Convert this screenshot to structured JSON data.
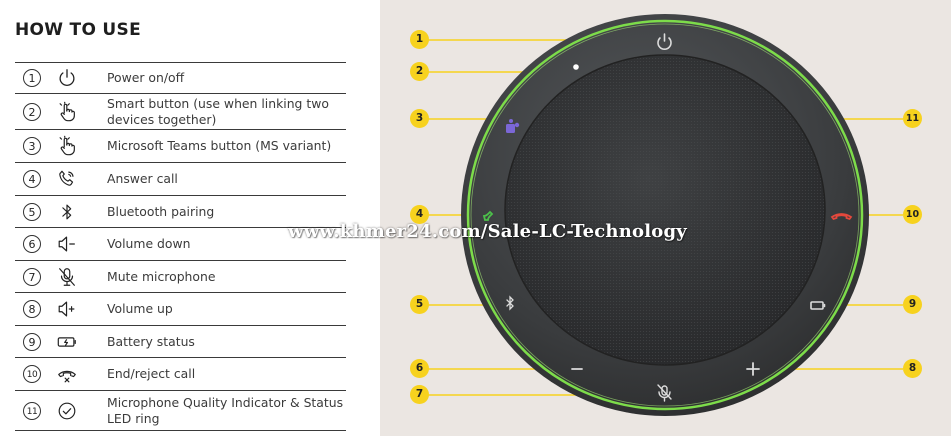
{
  "title": "HOW TO USE",
  "legend": [
    {
      "num": "1",
      "icon": "power-icon",
      "label": "Power on/off"
    },
    {
      "num": "2",
      "icon": "hand-press-icon",
      "label": "Smart button (use when linking two devices together)"
    },
    {
      "num": "3",
      "icon": "hand-press-icon",
      "label": "Microsoft Teams button (MS variant)"
    },
    {
      "num": "4",
      "icon": "phone-answer-icon",
      "label": "Answer call"
    },
    {
      "num": "5",
      "icon": "bluetooth-icon",
      "label": "Bluetooth pairing"
    },
    {
      "num": "6",
      "icon": "volume-down-icon",
      "label": "Volume down"
    },
    {
      "num": "7",
      "icon": "mic-mute-icon",
      "label": "Mute microphone"
    },
    {
      "num": "8",
      "icon": "volume-up-icon",
      "label": "Volume up"
    },
    {
      "num": "9",
      "icon": "battery-icon",
      "label": "Battery status"
    },
    {
      "num": "10",
      "icon": "phone-end-icon",
      "label": "End/reject call"
    },
    {
      "num": "11",
      "icon": "check-circle-icon",
      "label": "Microphone Quality Indicator & Status LED ring"
    }
  ],
  "callouts": [
    "1",
    "2",
    "3",
    "4",
    "5",
    "6",
    "7",
    "8",
    "9",
    "10",
    "11"
  ],
  "watermark": "www.khmer24.com/Sale-LC-Technology",
  "colors": {
    "callout": "#f7d21e",
    "led_ring": "#7ddc4a",
    "speaker_body": "#3d3f41",
    "answer": "#4cc04a",
    "end": "#e5483c",
    "teams": "#7b67d6"
  }
}
